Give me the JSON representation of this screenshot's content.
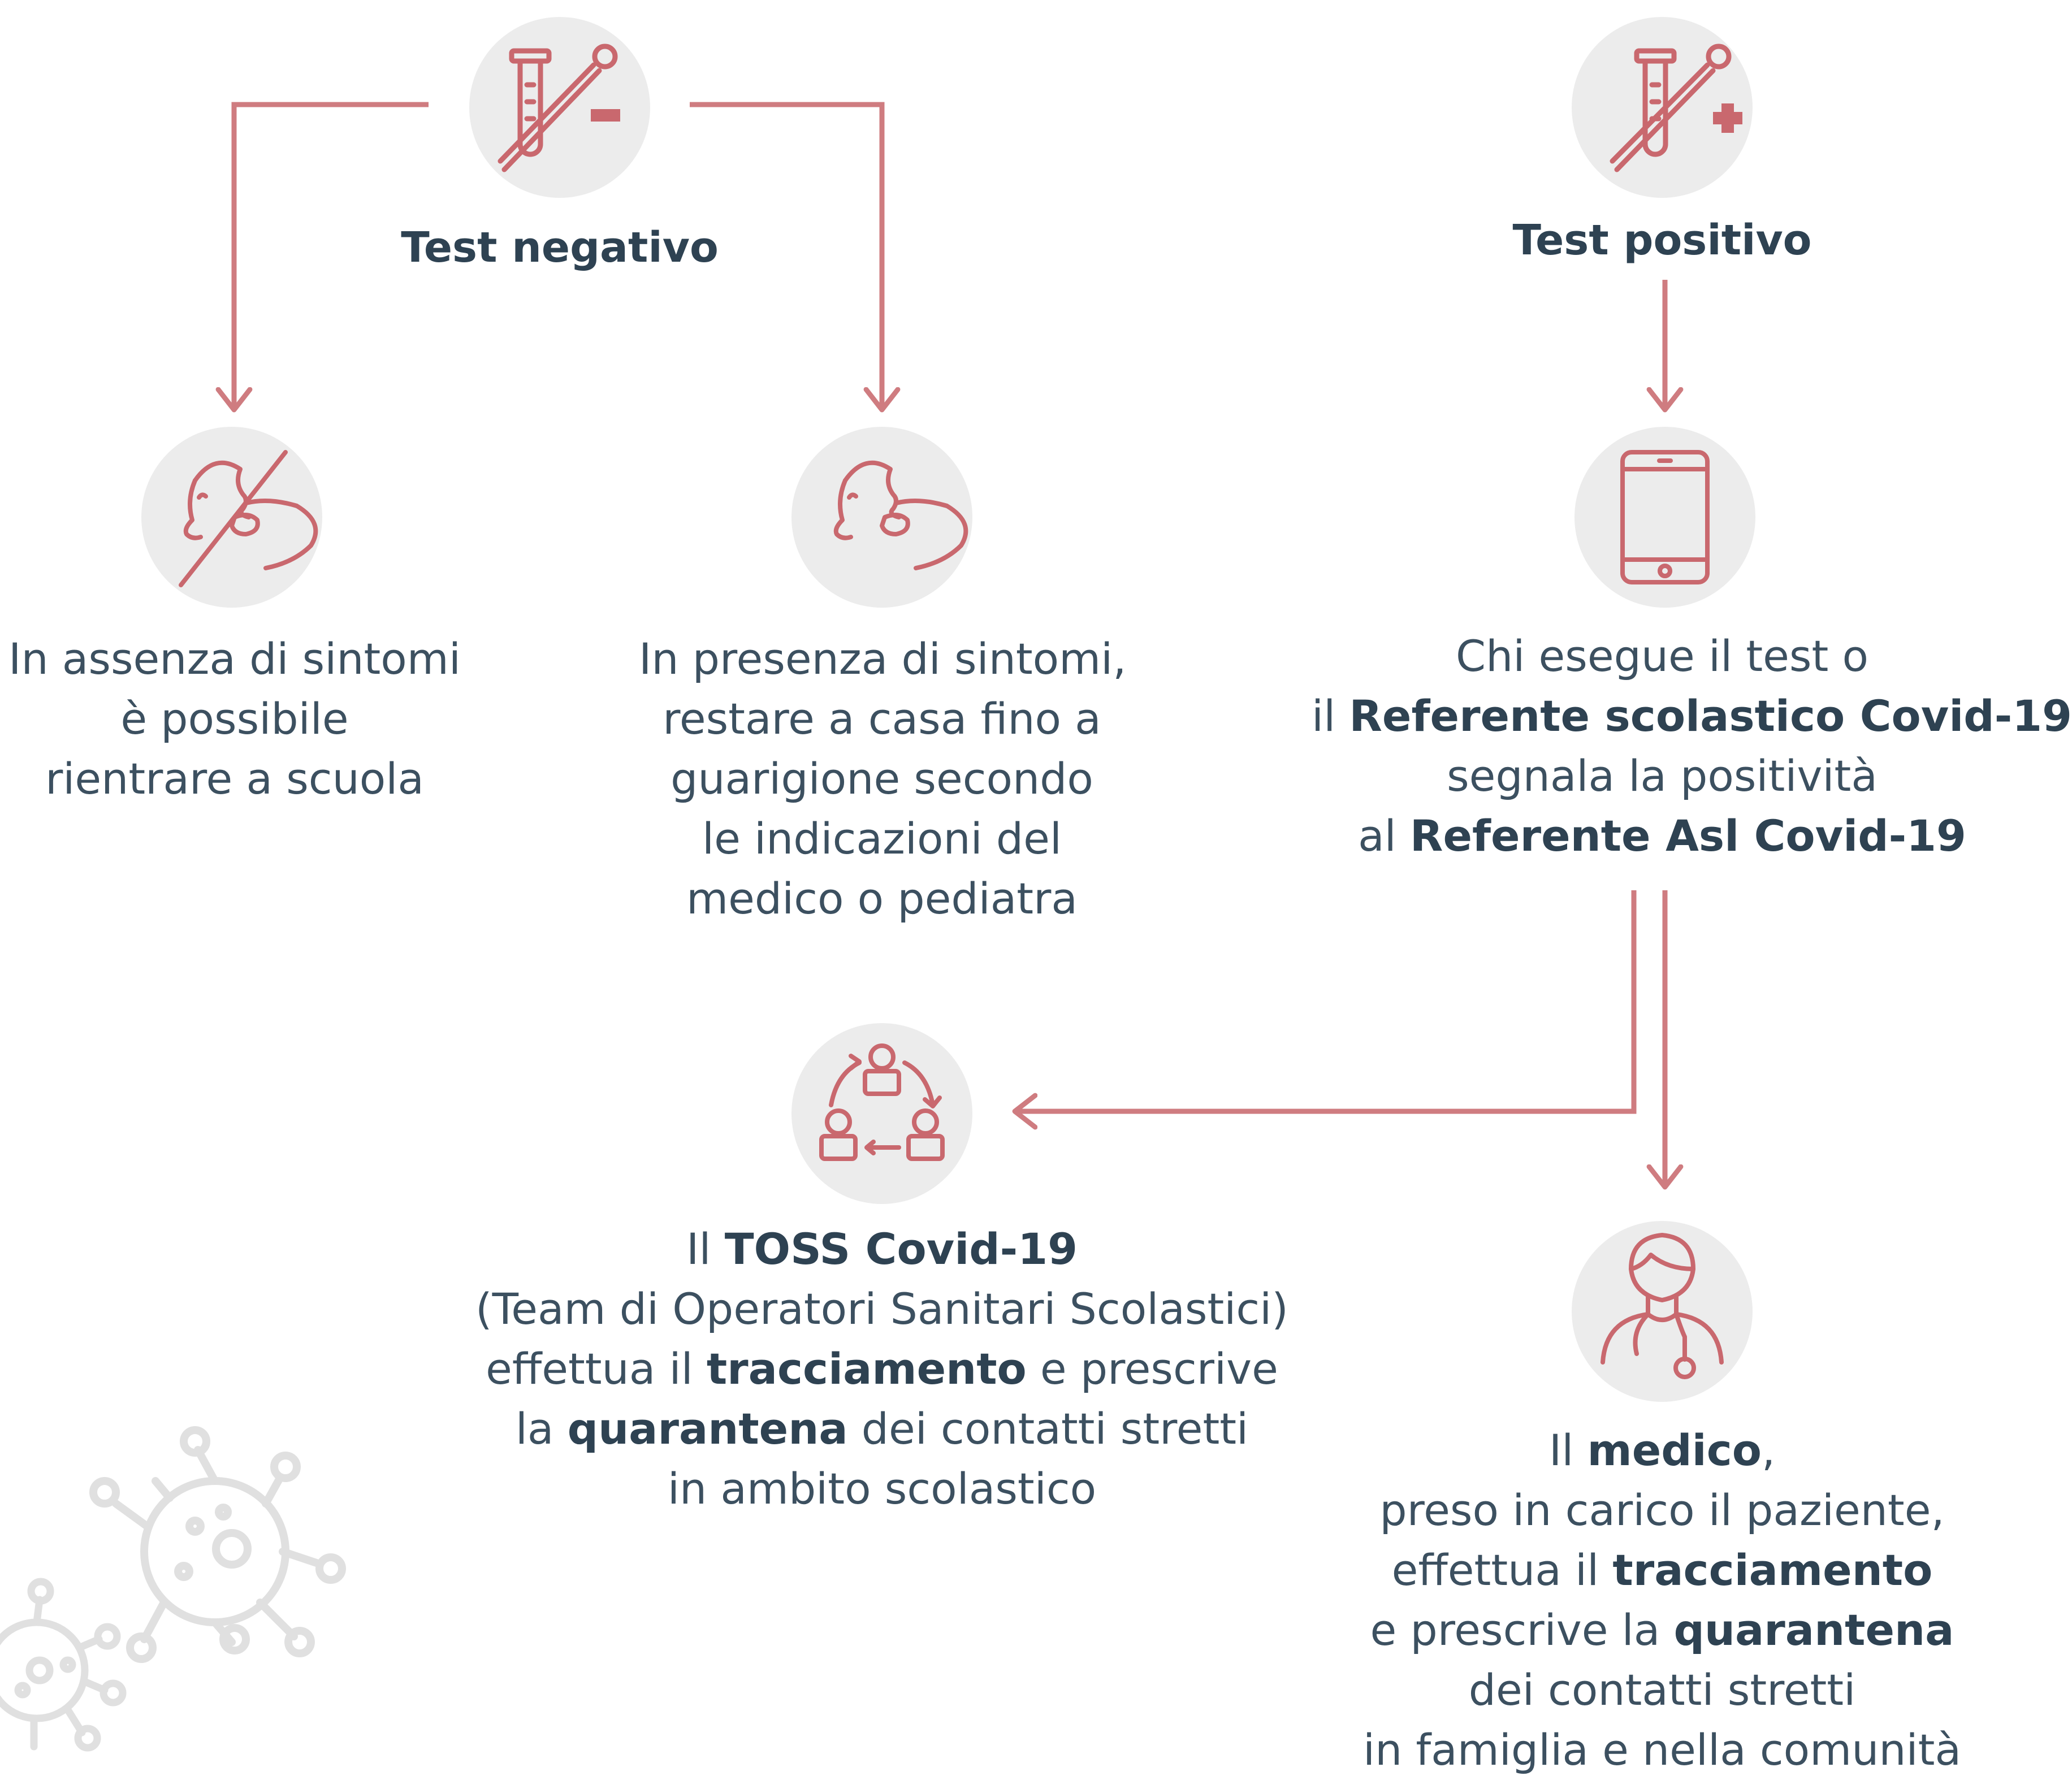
{
  "colors": {
    "arrow": "#cf7c80",
    "icon_bg": "#ececec",
    "icon_stroke": "#c9686e",
    "text": "#3c5060",
    "decor": "#e0e0e0"
  },
  "icons": {
    "test_negative": "test-tube-minus-icon",
    "test_positive": "test-tube-plus-icon",
    "no_symptoms": "crossed-out-coughing-person-icon",
    "symptoms": "coughing-person-icon",
    "report": "tablet-icon",
    "toss": "team-cycle-icon",
    "doctor": "doctor-stethoscope-icon",
    "virus": "virus-icon"
  },
  "negative": {
    "title": "Test negativo",
    "left_lines": [
      "In assenza di sintomi",
      "è possibile",
      "rientrare a scuola"
    ],
    "right_lines": [
      "In presenza di sintomi,",
      "restare a casa fino a",
      "guarigione secondo",
      "le indicazioni del",
      "medico o pediatra"
    ]
  },
  "positive": {
    "title": "Test positivo",
    "report": {
      "line1": "Chi esegue il test o",
      "line2_pre": "il ",
      "line2_bold": "Referente scolastico Covid-19",
      "line3": "segnala la positività",
      "line4_pre": "al ",
      "line4_bold": "Referente Asl Covid-19"
    }
  },
  "toss": {
    "l1_pre": "Il ",
    "l1_bold": "TOSS Covid-19",
    "l2": "(Team di Operatori Sanitari Scolastici)",
    "l3_pre": "effettua il ",
    "l3_bold": "tracciamento",
    "l3_post": " e prescrive",
    "l4_pre": "la ",
    "l4_bold": "quarantena",
    "l4_post": " dei contatti stretti",
    "l5": "in ambito scolastico"
  },
  "doctor": {
    "l1_pre": "Il ",
    "l1_bold": "medico",
    "l1_post": ",",
    "l2": "preso in carico il paziente,",
    "l3_pre": "effettua il ",
    "l3_bold": "tracciamento",
    "l4_pre": "e prescrive la ",
    "l4_bold": "quarantena",
    "l5": "dei contatti stretti",
    "l6": "in famiglia e nella comunità"
  }
}
